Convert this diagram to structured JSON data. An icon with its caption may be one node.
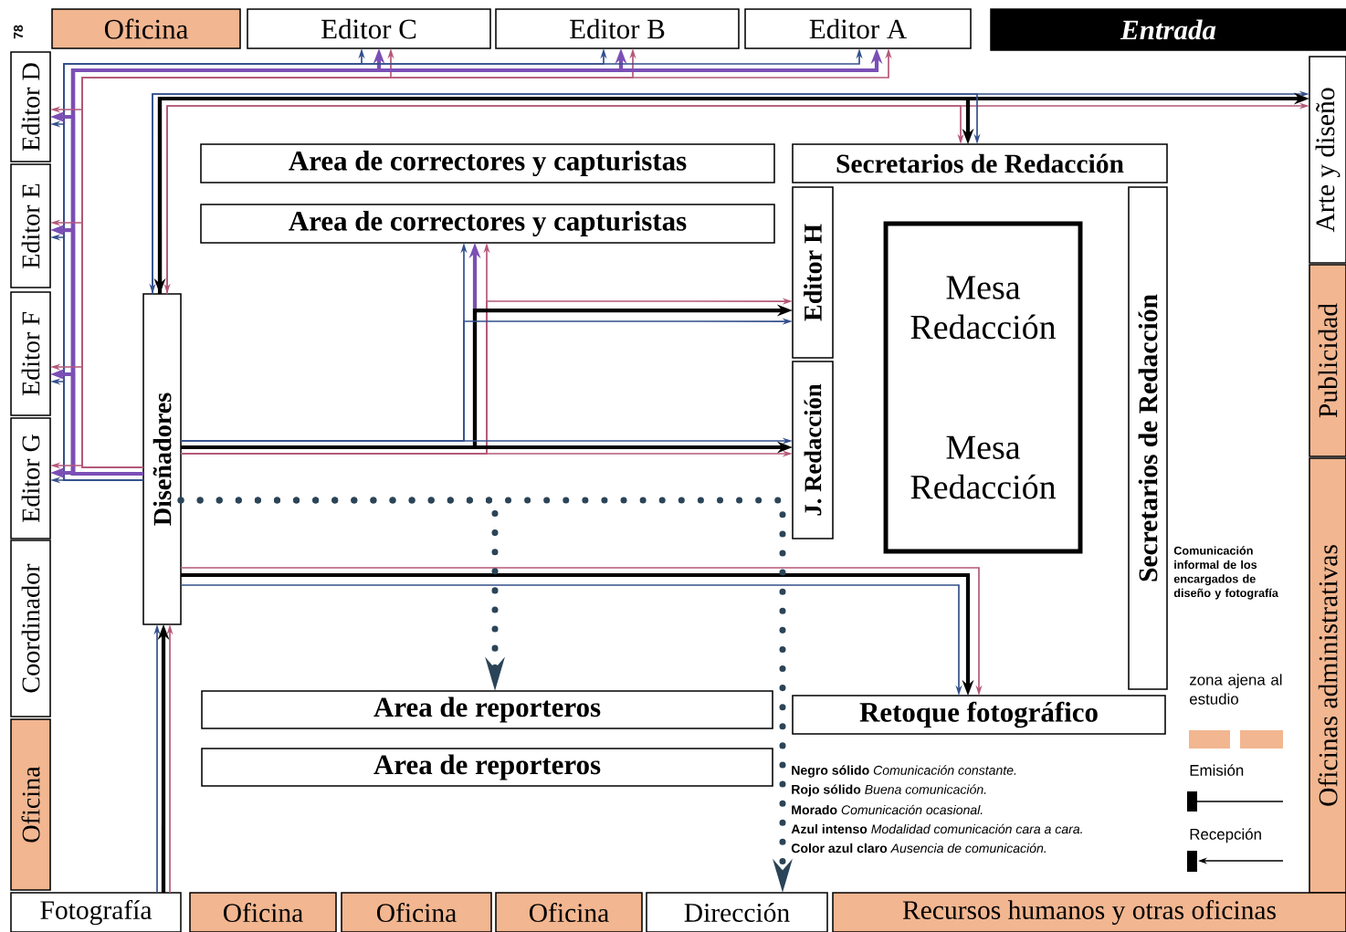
{
  "diagram": {
    "nodes": [
      {
        "text": [
          "Oficina"
        ]
      },
      {
        "text": [
          "Editor C"
        ]
      },
      {
        "text": [
          "Editor B"
        ]
      },
      {
        "text": [
          "Editor A"
        ]
      },
      {
        "text": [
          "Entrada"
        ]
      },
      {
        "text": [
          "Editor D"
        ]
      },
      {
        "text": [
          "Editor E"
        ]
      },
      {
        "text": [
          "Editor F"
        ]
      },
      {
        "text": [
          "Editor G"
        ]
      },
      {
        "text": [
          "Coordinador"
        ]
      },
      {
        "text": [
          "Oficina"
        ]
      },
      {
        "text": [
          "Arte y diseño"
        ]
      },
      {
        "text": [
          "Publicidad"
        ]
      },
      {
        "text": [
          "Oficinas administrativas"
        ]
      },
      {
        "text": [
          "Area de correctores y capturistas"
        ]
      },
      {
        "text": [
          "Area de correctores y capturistas"
        ]
      },
      {
        "text": [
          "Secretarios de Redacción"
        ]
      },
      {
        "text": [
          "Editor H"
        ]
      },
      {
        "text": [
          "J. Redacción"
        ]
      },
      {
        "text": [
          "Mesa Redacción",
          "Mesa Redacción"
        ]
      },
      {
        "text": [
          "Secretarios de Redacción"
        ]
      },
      {
        "text": [
          "Diseñadores"
        ]
      },
      {
        "text": [
          "Area de reporteros"
        ]
      },
      {
        "text": [
          "Area de reporteros"
        ]
      },
      {
        "text": [
          "Retoque fotográfico"
        ]
      },
      {
        "text": [
          "Fotografía"
        ]
      },
      {
        "text": [
          "Oficina"
        ]
      },
      {
        "text": [
          "Oficina"
        ]
      },
      {
        "text": [
          "Oficina"
        ]
      },
      {
        "text": [
          "Dirección"
        ]
      },
      {
        "text": [
          "Recursos humanos y otras oficinas"
        ]
      }
    ],
    "edges": [
      {
        "from": 21,
        "to": 1,
        "arrow": "to",
        "color": "#34508c"
      },
      {
        "from": 21,
        "to": 1,
        "arrow": "to",
        "style": "thick",
        "color": "#7b4fb5"
      },
      {
        "from": 21,
        "to": 1,
        "arrow": "to",
        "color": "#b4587a"
      },
      {
        "from": 21,
        "to": 2,
        "arrow": "to",
        "color": "#34508c"
      },
      {
        "from": 21,
        "to": 2,
        "arrow": "to",
        "style": "thick",
        "color": "#7b4fb5"
      },
      {
        "from": 21,
        "to": 2,
        "arrow": "to",
        "color": "#b4587a"
      },
      {
        "from": 21,
        "to": 3,
        "arrow": "to",
        "color": "#34508c"
      },
      {
        "from": 21,
        "to": 3,
        "arrow": "to",
        "style": "thick",
        "color": "#7b4fb5"
      },
      {
        "from": 21,
        "to": 3,
        "arrow": "to",
        "color": "#b4587a"
      },
      {
        "from": 21,
        "to": 5,
        "arrow": "to",
        "color": "#34508c"
      },
      {
        "from": 21,
        "to": 5,
        "arrow": "to",
        "style": "thick",
        "color": "#7b4fb5"
      },
      {
        "from": 21,
        "to": 5,
        "arrow": "to",
        "color": "#b4587a"
      },
      {
        "from": 21,
        "to": 6,
        "arrow": "to",
        "color": "#34508c"
      },
      {
        "from": 21,
        "to": 6,
        "arrow": "to",
        "style": "thick",
        "color": "#7b4fb5"
      },
      {
        "from": 21,
        "to": 6,
        "arrow": "to",
        "color": "#b4587a"
      },
      {
        "from": 21,
        "to": 7,
        "arrow": "to",
        "color": "#34508c"
      },
      {
        "from": 21,
        "to": 7,
        "arrow": "to",
        "style": "thick",
        "color": "#7b4fb5"
      },
      {
        "from": 21,
        "to": 7,
        "arrow": "to",
        "color": "#b4587a"
      },
      {
        "from": 21,
        "to": 8,
        "arrow": "to",
        "color": "#34508c"
      },
      {
        "from": 21,
        "to": 8,
        "arrow": "to",
        "style": "thick",
        "color": "#7b4fb5"
      },
      {
        "from": 21,
        "to": 8,
        "arrow": "to",
        "color": "#b4587a"
      },
      {
        "from": 21,
        "to": 11,
        "arrow": "both",
        "color": "#34508c"
      },
      {
        "from": 21,
        "to": 11,
        "arrow": "both",
        "style": "thick",
        "color": "#000000"
      },
      {
        "from": 21,
        "to": 11,
        "arrow": "both",
        "color": "#b4587a"
      },
      {
        "from": 21,
        "to": 16,
        "arrow": "to",
        "color": "#b4587a"
      },
      {
        "from": 21,
        "to": 16,
        "arrow": "to",
        "style": "thick",
        "color": "#000000"
      },
      {
        "from": 21,
        "to": 16,
        "arrow": "to",
        "color": "#34508c"
      },
      {
        "from": 21,
        "to": 15,
        "arrow": "to",
        "color": "#34508c"
      },
      {
        "from": 21,
        "to": 15,
        "arrow": "to",
        "style": "thick",
        "color": "#7b4fb5"
      },
      {
        "from": 21,
        "to": 15,
        "arrow": "to",
        "color": "#b4587a"
      },
      {
        "from": 21,
        "to": 17,
        "arrow": "to",
        "color": "#b4587a"
      },
      {
        "from": 21,
        "to": 17,
        "arrow": "to",
        "style": "thick",
        "color": "#000000"
      },
      {
        "from": 21,
        "to": 17,
        "arrow": "to",
        "color": "#34508c"
      },
      {
        "from": 21,
        "to": 18,
        "arrow": "to",
        "color": "#34508c"
      },
      {
        "from": 21,
        "to": 18,
        "arrow": "to",
        "style": "thick",
        "color": "#000000"
      },
      {
        "from": 21,
        "to": 18,
        "arrow": "to",
        "color": "#b4587a"
      },
      {
        "from": 21,
        "to": 24,
        "arrow": "to",
        "color": "#b4587a"
      },
      {
        "from": 21,
        "to": 24,
        "arrow": "to",
        "style": "thick",
        "color": "#000000"
      },
      {
        "from": 21,
        "to": 24,
        "arrow": "to",
        "color": "#34508c"
      },
      {
        "from": 25,
        "to": 21,
        "arrow": "to",
        "color": "#34508c"
      },
      {
        "from": 25,
        "to": 21,
        "arrow": "to",
        "style": "thick",
        "color": "#000000"
      },
      {
        "from": 25,
        "to": 21,
        "arrow": "to",
        "color": "#b4587a"
      },
      {
        "from": 21,
        "to": 22,
        "arrow": "to",
        "style": "dashed",
        "color": "#2b4457"
      },
      {
        "from": 21,
        "to": 29,
        "arrow": "to",
        "style": "dashed",
        "color": "#2b4457"
      }
    ],
    "labels": [
      "78",
      "Comunicación informal de los encargados de diseño y fotografía",
      "**Negro sólido** *Comunicación constante.*",
      "**Rojo sólido** *Buena comunicación.*",
      "**Morado** *Comunicación ocasional.*",
      "**Azul intenso** *Modalidad comunicación cara a cara.*",
      "**Color azul claro** *Ausencia de comunicación.*"
    ],
    "legend": [
      {
        "text": "zona ajena al estudio",
        "color": "#f2b690"
      },
      {
        "text": "Emisión"
      },
      {
        "text": "Recepción"
      }
    ]
  }
}
